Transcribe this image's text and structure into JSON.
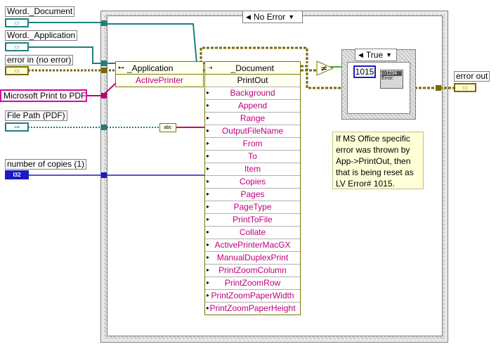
{
  "controls": {
    "word_document": "Word._Document",
    "word_application": "Word._Application",
    "error_in": "error in (no error)",
    "printer_constant": "Microsoft Print to PDF",
    "file_path": "File Path (PDF)",
    "copies": "number of copies (1)",
    "copies_terminal": "I32",
    "error_out": "error out"
  },
  "case_structure": {
    "selector": "No Error",
    "inner_selector": "True"
  },
  "application_node": {
    "title": "_Application",
    "property": "ActivePrinter"
  },
  "document_node": {
    "title": "_Document",
    "method": "PrintOut",
    "params": [
      "Background",
      "Append",
      "Range",
      "OutputFileName",
      "From",
      "To",
      "Item",
      "Copies",
      "Pages",
      "PageType",
      "PrintToFile",
      "Collate",
      "ActivePrinterMacGX",
      "ManualDuplexPrint",
      "PrintZoomColumn",
      "PrintZoomRow",
      "PrintZoomPaperWidth",
      "PrintZoomPaperHeight"
    ]
  },
  "compare_symbol": "≠",
  "error_constant": "1015",
  "error_label": "Error:",
  "note": "If MS Office specific error was thrown by App->PrintOut, then that is being reset as LV Error# 1015.",
  "colors": {
    "refnum_wire": "#1e7f7f",
    "error_wire": "#7a6a00",
    "string_wire": "#c0007a",
    "int_wire": "#1b1bbf",
    "bool_wire": "#0a8a0a"
  }
}
